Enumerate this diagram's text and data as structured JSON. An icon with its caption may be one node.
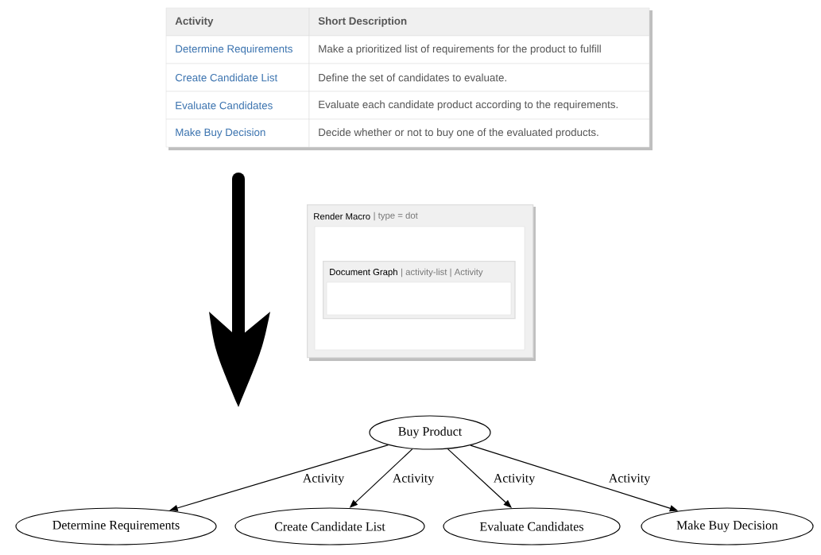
{
  "diagram": {
    "nodes": [
      {
        "text": [
          "Render Macro",
          "| type = dot"
        ]
      },
      {
        "text": [
          "Document Graph",
          "| activity-list | Activity"
        ],
        "in": 0
      },
      {
        "text": [
          "Buy Product"
        ]
      },
      {
        "text": [
          "Determine Requirements"
        ]
      },
      {
        "text": [
          "Create Candidate List"
        ]
      },
      {
        "text": [
          "Evaluate Candidates"
        ]
      },
      {
        "text": [
          "Make Buy Decision"
        ]
      }
    ],
    "edges": [
      {
        "from": 2,
        "to": 3,
        "arrow": "to",
        "label": "Activity"
      },
      {
        "from": 2,
        "to": 4,
        "arrow": "to",
        "label": "Activity"
      },
      {
        "from": 2,
        "to": 5,
        "arrow": "to",
        "label": "Activity"
      },
      {
        "from": 2,
        "to": 6,
        "arrow": "to",
        "label": "Activity"
      }
    ],
    "labels": [
      "Activity",
      "Short Description",
      "Determine Requirements",
      "Make a prioritized list of requirements for the product to fulfill",
      "Create Candidate List",
      "Define the set of candidates to evaluate.",
      "Evaluate Candidates",
      "Evaluate each candidate product according to the requirements.",
      "Make Buy Decision",
      "Decide whether or not to buy one of the evaluated products."
    ]
  }
}
